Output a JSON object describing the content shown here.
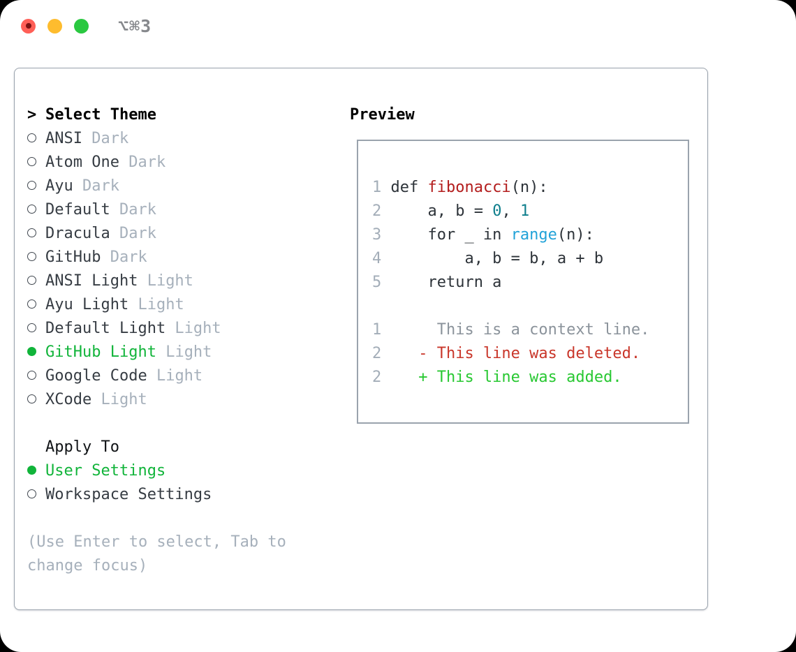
{
  "window": {
    "title": "⌥⌘3",
    "traffic_lights": [
      "close",
      "minimize",
      "zoom"
    ]
  },
  "colors": {
    "fg": "#2d3339",
    "muted": "#a6b0bb",
    "ctx": "#8b939b",
    "lineno": "#a3adb8",
    "border": "#9aa3ad",
    "titlebar": "#86888c",
    "sel": "#11b43a",
    "add": "#28c832",
    "del": "#c9362a",
    "func": "#b31d1d",
    "lit": "#0e7e8c",
    "builtin": "#21a2d8",
    "tl_red": "#ff5f57",
    "tl_red_dot": "#7c1212",
    "tl_yellow": "#febc2e",
    "tl_green": "#2ac840"
  },
  "theme_panel": {
    "prompt": ">",
    "title": "Select Theme",
    "themes": [
      {
        "label": "ANSI",
        "variant": "Dark",
        "selected": false
      },
      {
        "label": "Atom One",
        "variant": "Dark",
        "selected": false
      },
      {
        "label": "Ayu",
        "variant": "Dark",
        "selected": false
      },
      {
        "label": "Default",
        "variant": "Dark",
        "selected": false
      },
      {
        "label": "Dracula",
        "variant": "Dark",
        "selected": false
      },
      {
        "label": "GitHub",
        "variant": "Dark",
        "selected": false
      },
      {
        "label": "ANSI Light",
        "variant": "Light",
        "selected": false
      },
      {
        "label": "Ayu Light",
        "variant": "Light",
        "selected": false
      },
      {
        "label": "Default Light",
        "variant": "Light",
        "selected": false
      },
      {
        "label": "GitHub Light",
        "variant": "Light",
        "selected": true
      },
      {
        "label": "Google Code",
        "variant": "Light",
        "selected": false
      },
      {
        "label": "XCode",
        "variant": "Light",
        "selected": false
      }
    ],
    "apply_to": {
      "title": "Apply To",
      "options": [
        {
          "label": "User Settings",
          "selected": true
        },
        {
          "label": "Workspace Settings",
          "selected": false
        }
      ]
    },
    "hint": "(Use Enter to select, Tab to change focus)"
  },
  "preview": {
    "title": "Preview",
    "lines": [
      {
        "n": "1",
        "segments": [
          {
            "t": "def ",
            "c": "fg"
          },
          {
            "t": "fibonacci",
            "c": "func"
          },
          {
            "t": "(n):",
            "c": "fg"
          }
        ]
      },
      {
        "n": "2",
        "segments": [
          {
            "t": "    a, b = ",
            "c": "fg"
          },
          {
            "t": "0",
            "c": "lit"
          },
          {
            "t": ", ",
            "c": "fg"
          },
          {
            "t": "1",
            "c": "lit"
          }
        ]
      },
      {
        "n": "3",
        "segments": [
          {
            "t": "    for _ in ",
            "c": "fg"
          },
          {
            "t": "range",
            "c": "builtin"
          },
          {
            "t": "(n):",
            "c": "fg"
          }
        ]
      },
      {
        "n": "4",
        "segments": [
          {
            "t": "        a, b = b, a + b",
            "c": "fg"
          }
        ]
      },
      {
        "n": "5",
        "segments": [
          {
            "t": "    return a",
            "c": "fg"
          }
        ]
      },
      {
        "n": "",
        "segments": []
      },
      {
        "n": "1",
        "segments": [
          {
            "t": "     This is a context line.",
            "c": "ctx"
          }
        ]
      },
      {
        "n": "2",
        "segments": [
          {
            "t": "   - This line was deleted.",
            "c": "del"
          }
        ]
      },
      {
        "n": "2",
        "segments": [
          {
            "t": "   + This line was added.",
            "c": "add"
          }
        ]
      }
    ]
  }
}
